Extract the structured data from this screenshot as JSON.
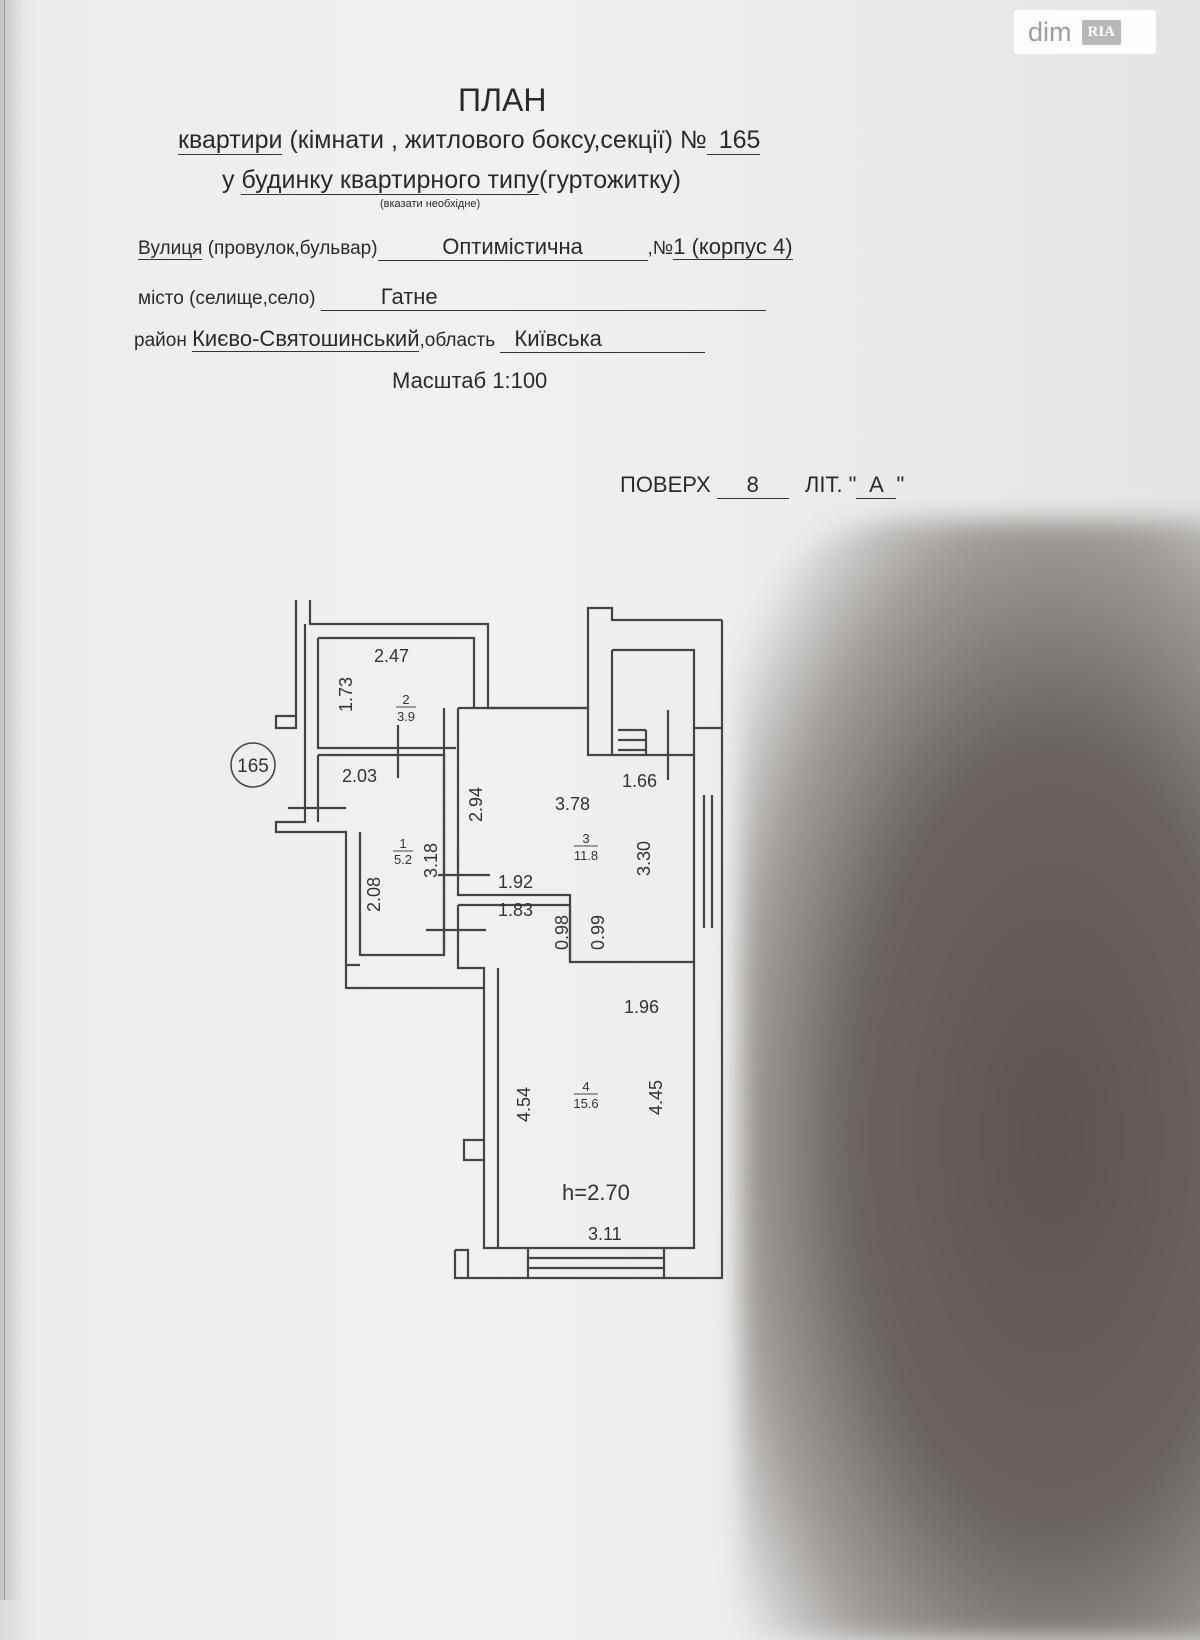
{
  "watermark": {
    "logo_text": "dim RIA"
  },
  "header": {
    "title": "ПЛАН",
    "line1_prefix": "квартири",
    "line1_rest": "(кімнати , житлового  боксу,секції) №",
    "apartment_no": "165",
    "line2_prefix": "у",
    "line2_underlined": "будинку квартирного типу",
    "line2_rest": "(гуртожитку)",
    "hint": "(вказати необхідне)"
  },
  "address": {
    "street_label": "Вулиця",
    "street_label_rest": "(провулок,бульвар)",
    "street": "Оптимістична",
    "number_label": ",№",
    "number": "1 (корпус 4)",
    "city_label": "місто (селище,село)",
    "city": "Гатне",
    "district_label": "район",
    "district": "Києво-Святошинський",
    "region_label": ",область",
    "region": "Київська",
    "scale": "Масштаб 1:100"
  },
  "floor": {
    "floor_label": "ПОВЕРХ",
    "floor": "8",
    "lit_label": "ЛІТ. \"",
    "lit": "А",
    "lit_close": "\""
  },
  "plan": {
    "apartment_marker": "165",
    "rooms": [
      {
        "no": "1",
        "area": "5.2"
      },
      {
        "no": "2",
        "area": "3.9"
      },
      {
        "no": "3",
        "area": "11.8"
      },
      {
        "no": "4",
        "area": "15.6"
      }
    ],
    "dimensions": [
      "2.47",
      "1.73",
      "2.03",
      "2.94",
      "3.18",
      "2.08",
      "3.78",
      "1.66",
      "3.30",
      "1.92",
      "1.83",
      "0.98",
      "0.99",
      "1.96",
      "4.54",
      "4.45",
      "3.11"
    ],
    "height": "h=2.70"
  }
}
